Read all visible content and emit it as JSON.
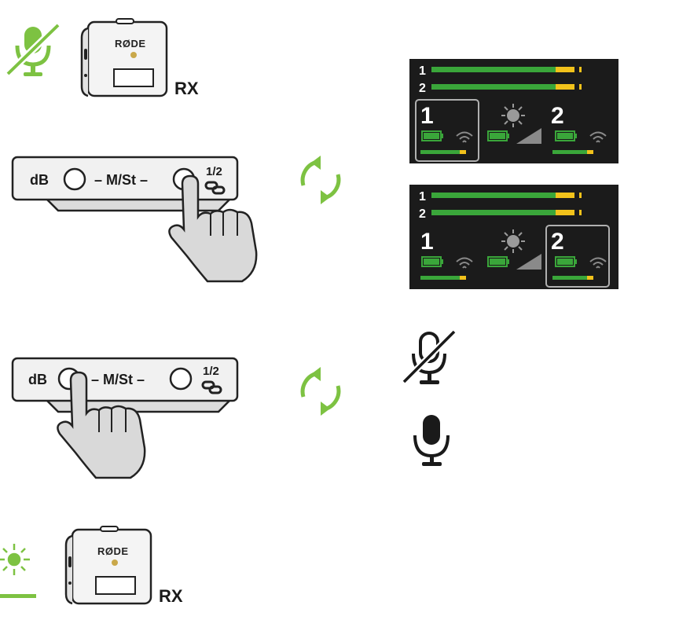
{
  "receiver_top": {
    "brand": "RØDE",
    "label": "RX"
  },
  "receiver_bottom": {
    "brand": "RØDE",
    "label": "RX"
  },
  "button_panel_1": {
    "db_label": "dB",
    "mode_label": "– M/St –",
    "channel_label": "1/2"
  },
  "button_panel_2": {
    "db_label": "dB",
    "mode_label": "– M/St –",
    "channel_label": "1/2"
  },
  "screen_1": {
    "meter_1": "1",
    "meter_2": "2",
    "channel_1": "1",
    "channel_2": "2"
  },
  "screen_2": {
    "meter_1": "1",
    "meter_2": "2",
    "channel_1": "1",
    "channel_2": "2"
  },
  "colors": {
    "green": "#7dc242",
    "meter_green": "#3aa63a",
    "meter_yellow": "#f2c21b",
    "screen_bg": "#1b1b1b"
  },
  "icons": [
    "mic-muted-icon",
    "mic-icon",
    "cycle-arrows-icon",
    "sun-icon",
    "battery-icon",
    "wifi-icon",
    "link-icon",
    "hand-pointer-icon"
  ]
}
